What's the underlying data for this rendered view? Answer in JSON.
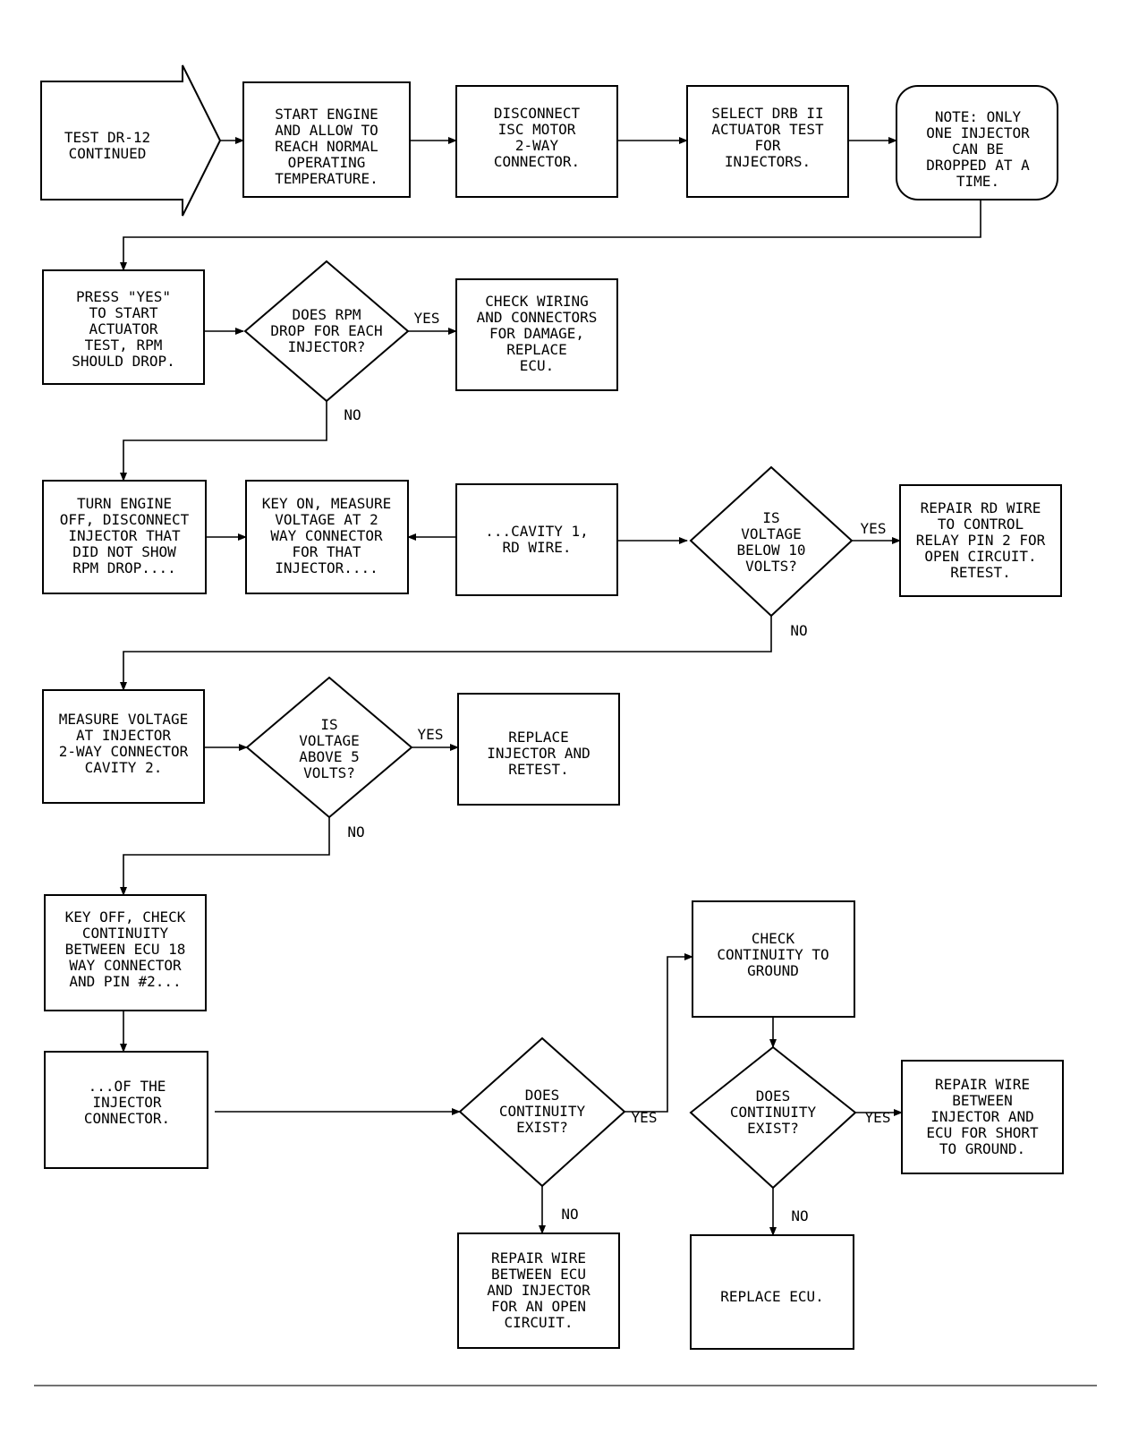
{
  "nodes": {
    "test_dr12": [
      "TEST DR-12",
      "CONTINUED"
    ],
    "start_engine": [
      "START ENGINE",
      "AND ALLOW TO",
      "REACH NORMAL",
      "OPERATING",
      "TEMPERATURE."
    ],
    "disconnect_isc": [
      "DISCONNECT",
      "ISC MOTOR",
      "2-WAY",
      "CONNECTOR."
    ],
    "select_drb": [
      "SELECT DRB II",
      "ACTUATOR TEST",
      "FOR",
      "INJECTORS."
    ],
    "note_one_injector": [
      "NOTE: ONLY",
      "ONE INJECTOR",
      "CAN BE",
      "DROPPED AT A",
      "TIME."
    ],
    "press_yes": [
      "PRESS \"YES\"",
      "TO START",
      "ACTUATOR",
      "TEST, RPM",
      "SHOULD DROP."
    ],
    "rpm_drop_q": [
      "DOES RPM",
      "DROP FOR EACH",
      "INJECTOR?"
    ],
    "check_wiring": [
      "CHECK WIRING",
      "AND CONNECTORS",
      "FOR DAMAGE,",
      "REPLACE",
      "ECU."
    ],
    "turn_engine_off": [
      "TURN ENGINE",
      "OFF, DISCONNECT",
      "INJECTOR THAT",
      "DID NOT SHOW",
      "RPM DROP...."
    ],
    "key_on_measure": [
      "KEY ON, MEASURE",
      "VOLTAGE AT 2",
      "WAY CONNECTOR",
      "FOR THAT",
      "INJECTOR...."
    ],
    "cavity1": [
      "...CAVITY 1,",
      "RD WIRE."
    ],
    "below10_q": [
      "IS",
      "VOLTAGE",
      "BELOW 10",
      "VOLTS?"
    ],
    "repair_rd": [
      "REPAIR RD WIRE",
      "TO CONTROL",
      "RELAY PIN 2 FOR",
      "OPEN CIRCUIT.",
      "RETEST."
    ],
    "measure_inj": [
      "MEASURE VOLTAGE",
      "AT INJECTOR",
      "2-WAY CONNECTOR",
      "CAVITY 2."
    ],
    "above5_q": [
      "IS",
      "VOLTAGE",
      "ABOVE 5",
      "VOLTS?"
    ],
    "replace_injector": [
      "REPLACE",
      "INJECTOR AND",
      "RETEST."
    ],
    "key_off_check": [
      "KEY OFF, CHECK",
      "CONTINUITY",
      "BETWEEN ECU 18",
      "WAY CONNECTOR",
      "AND PIN #2..."
    ],
    "of_injector": [
      "...OF THE",
      "INJECTOR",
      "CONNECTOR."
    ],
    "continuity_q1": [
      "DOES",
      "CONTINUITY",
      "EXIST?"
    ],
    "check_ground": [
      "CHECK",
      "CONTINUITY TO",
      "GROUND"
    ],
    "continuity_q2": [
      "DOES",
      "CONTINUITY",
      "EXIST?"
    ],
    "repair_short": [
      "REPAIR WIRE",
      "BETWEEN",
      "INJECTOR AND",
      "ECU FOR SHORT",
      "TO GROUND."
    ],
    "repair_open": [
      "REPAIR WIRE",
      "BETWEEN ECU",
      "AND INJECTOR",
      "FOR AN OPEN",
      "CIRCUIT."
    ],
    "replace_ecu": [
      "REPLACE ECU."
    ]
  },
  "labels": {
    "rpm_yes": "YES",
    "rpm_no": "NO",
    "below10_yes": "YES",
    "below10_no": "NO",
    "above5_yes": "YES",
    "above5_no": "NO",
    "cont1_yes": "YES",
    "cont1_no": "NO",
    "cont2_yes": "YES",
    "cont2_no": "NO"
  }
}
